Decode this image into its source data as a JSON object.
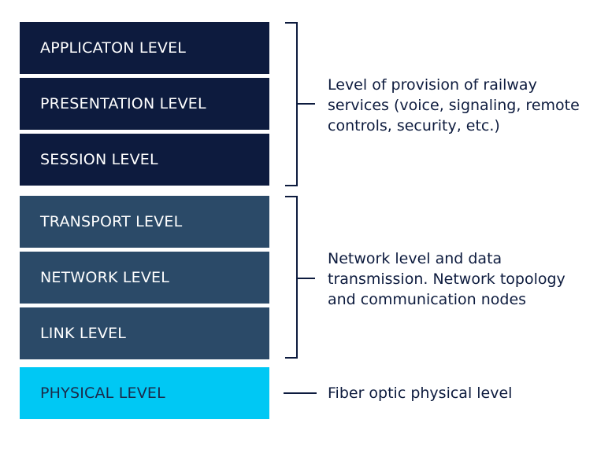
{
  "layers": {
    "application": "APPLICATON LEVEL",
    "presentation": "PRESENTATION LEVEL",
    "session": "SESSION LEVEL",
    "transport": "TRANSPORT LEVEL",
    "network": "NETWORK LEVEL",
    "link": "LINK LEVEL",
    "physical": "PHYSICAL LEVEL"
  },
  "descriptions": {
    "upper": "Level of provision of railway services (voice, signaling, remote controls, security, etc.)",
    "middle": "Network level and data transmission. Network topology and communication nodes",
    "physical": "Fiber optic physical level"
  },
  "colors": {
    "upper_layers": "#0d1b3e",
    "middle_layers": "#2b4a68",
    "physical_layer": "#00c8f4"
  }
}
